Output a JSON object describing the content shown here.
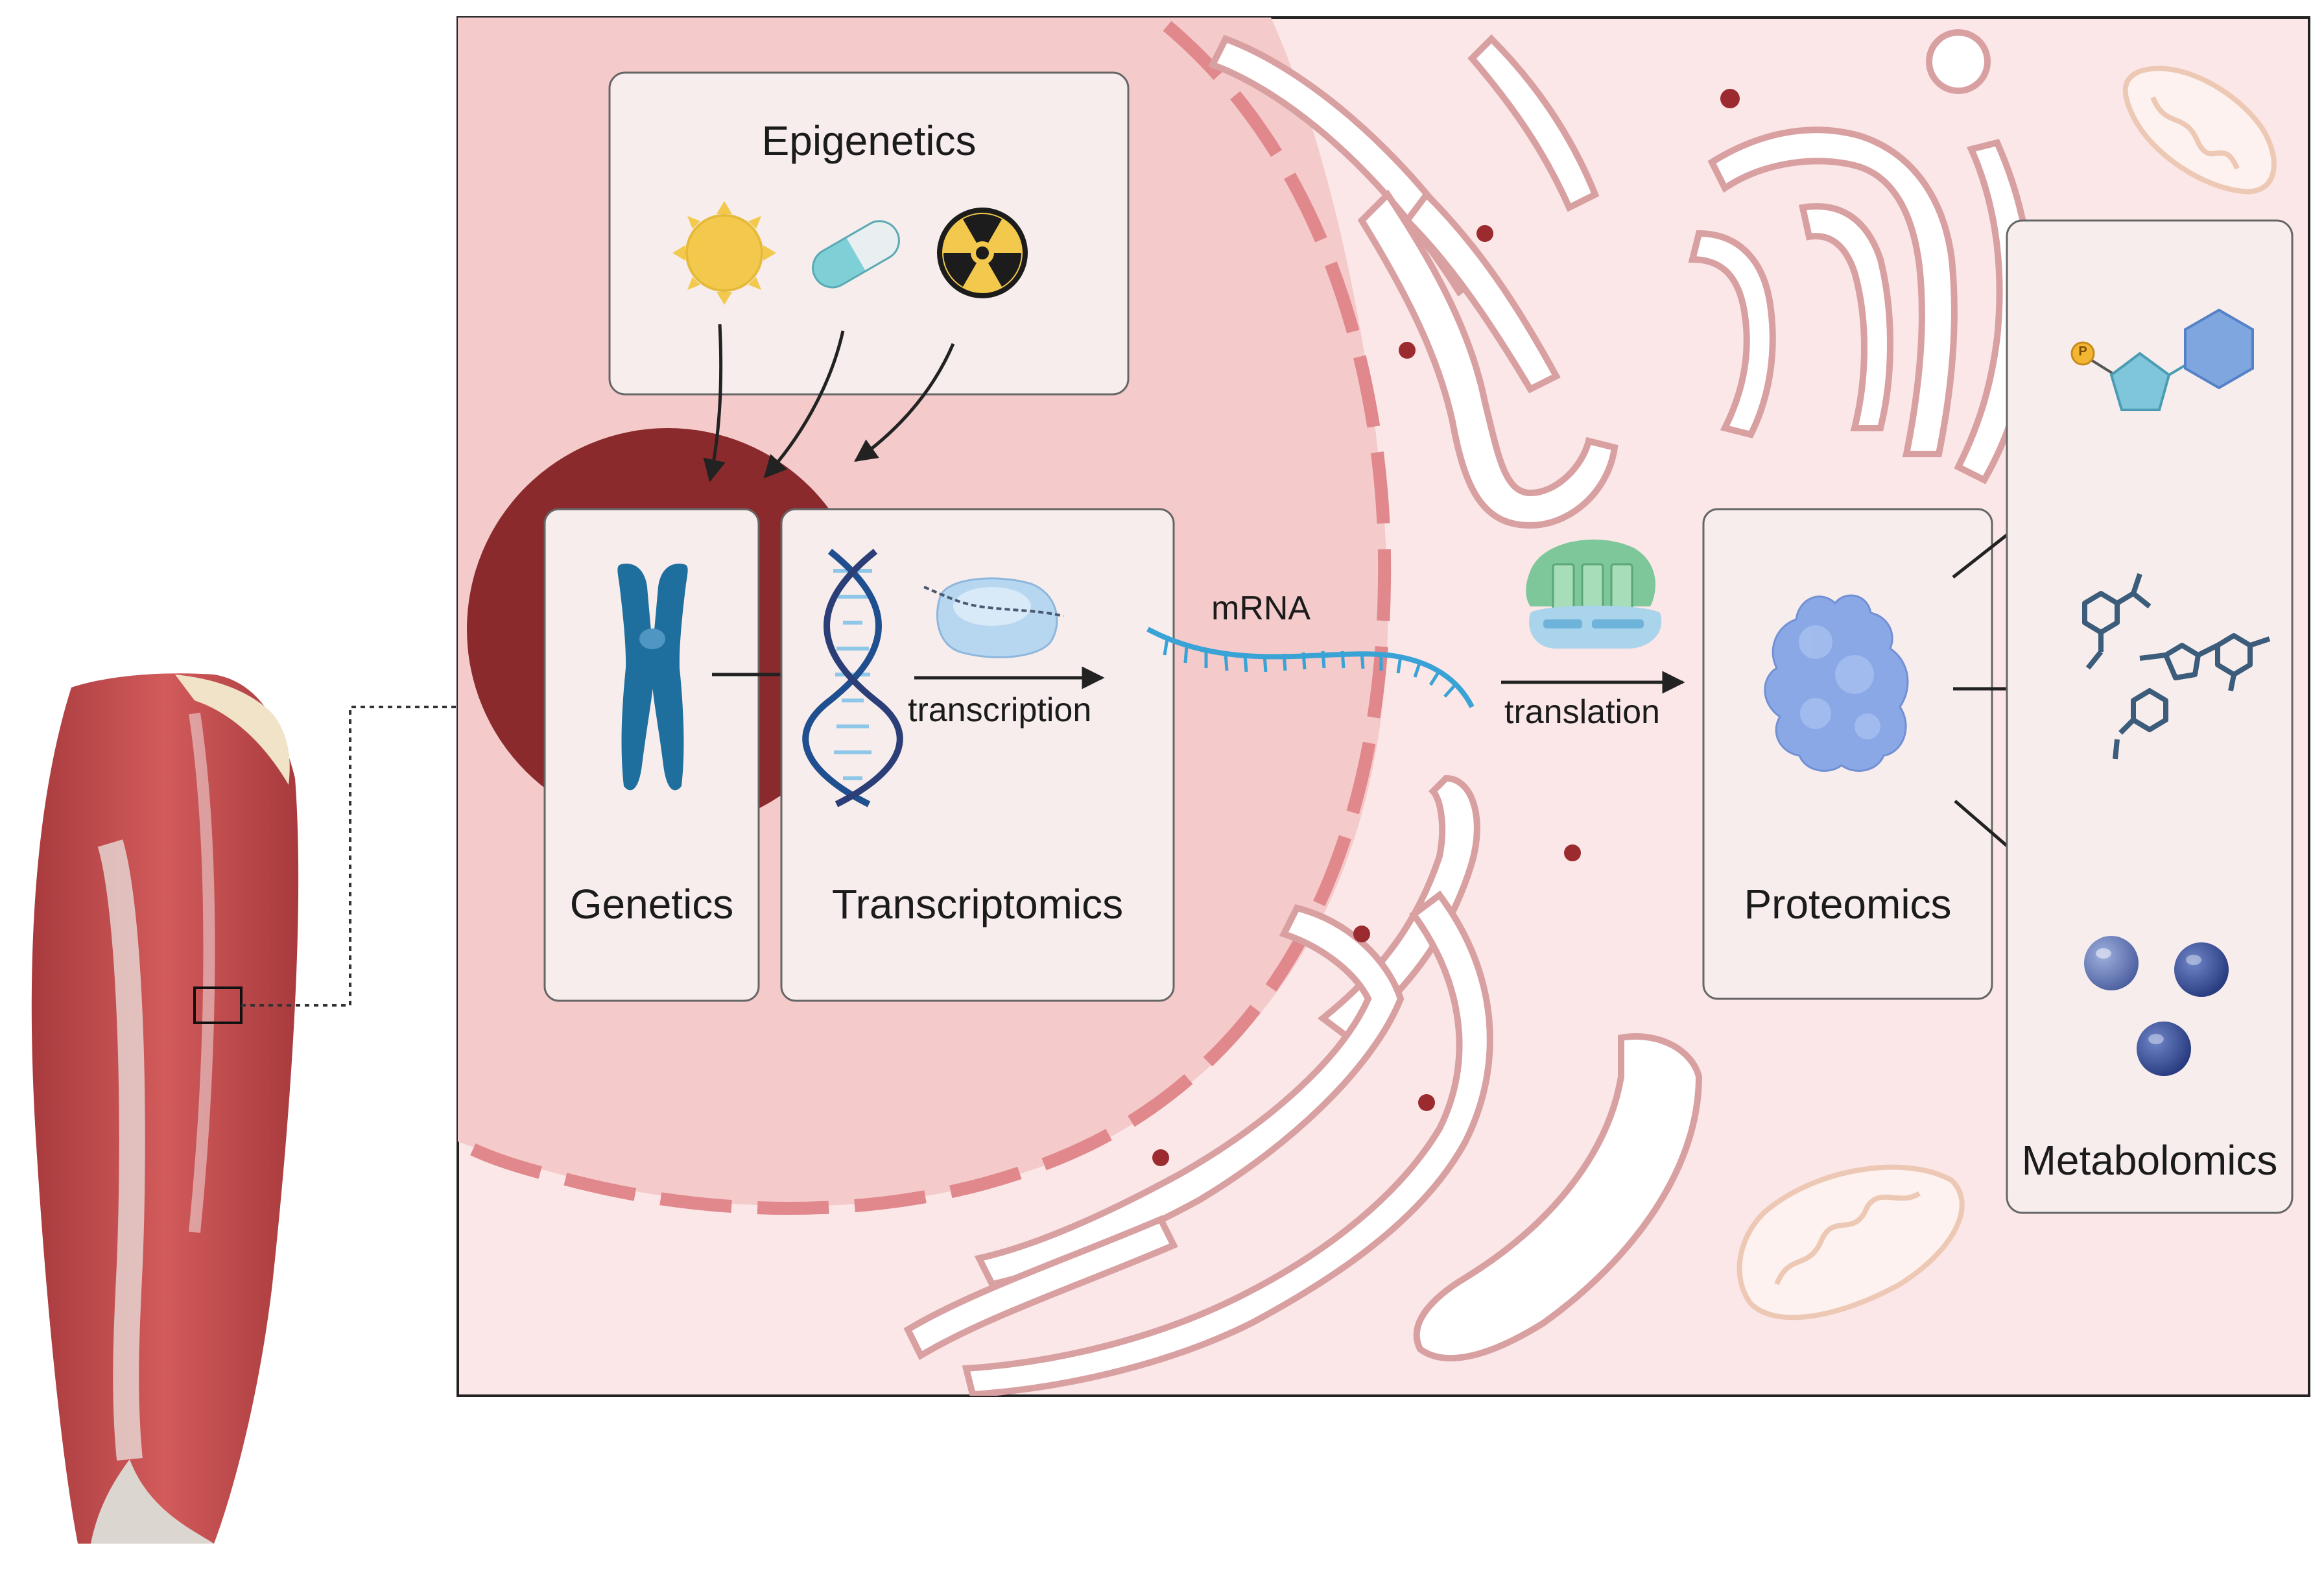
{
  "labels": {
    "epigenetics": "Epigenetics",
    "genetics": "Genetics",
    "transcriptomics": "Transcriptomics",
    "transcription": "transcription",
    "mrna": "mRNA",
    "translation": "translation",
    "proteomics": "Proteomics",
    "metabolomics": "Metabolomics",
    "phosphate": "P"
  },
  "icons": {
    "epigenetic_factors": [
      "sun-icon",
      "pill-icon",
      "radiation-icon"
    ],
    "metabolites": [
      "sugar-phosphate-icon",
      "molecule-structure-icon",
      "sphere-metabolites-icon"
    ]
  },
  "colors": {
    "cell_background": "#fbe7e7",
    "nucleus": "#f4caca",
    "nucleolus": "#8b2a2c",
    "box_fill": "#f7eded",
    "dna_blue": "#1f6f9e",
    "mrna": "#3aa3d6",
    "protein": "#8aa8e6",
    "muscle": "#c9484a"
  }
}
